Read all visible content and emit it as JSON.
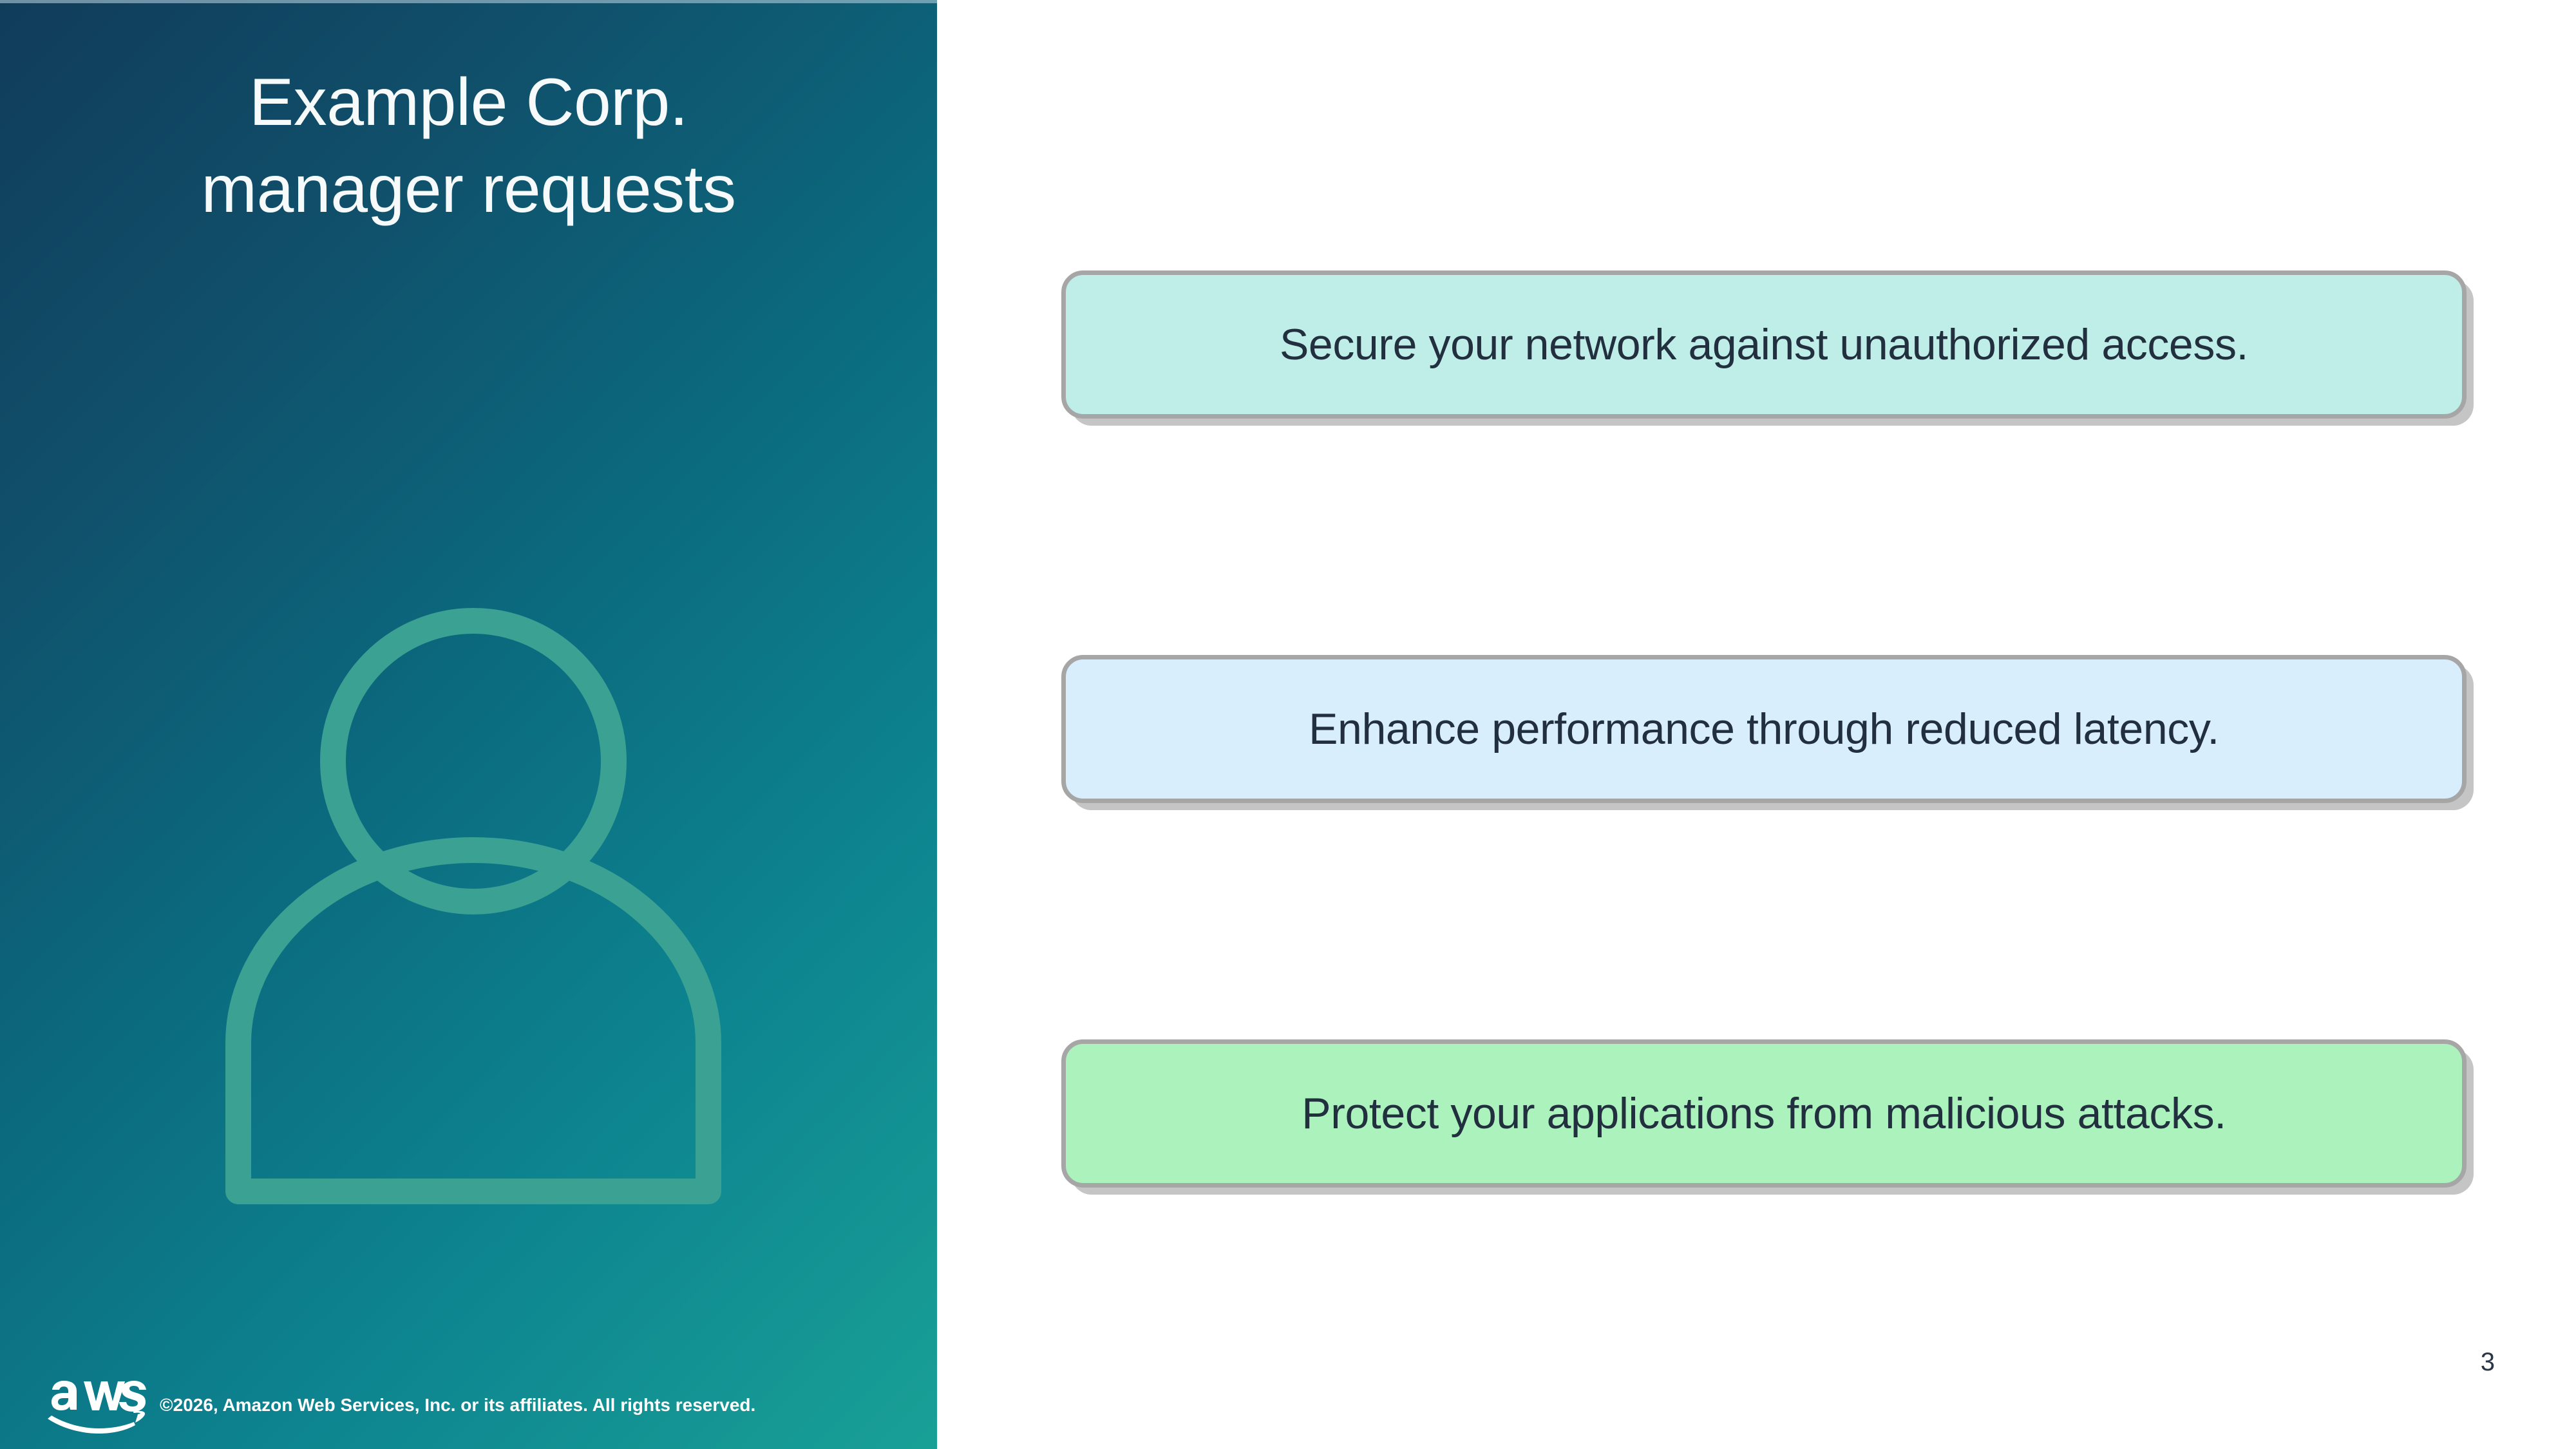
{
  "slide": {
    "page_number": "3",
    "background_color": "#FFFFFF"
  },
  "left_panel": {
    "title": "Example Corp.\nmanager requests",
    "gradient_from": "#103C5A",
    "gradient_to": "#19A096",
    "person_icon_color": "#3AA193",
    "icon_name": "person-avatar-icon"
  },
  "footer": {
    "logo_name": "aws-logo",
    "copyright": "©2026, Amazon Web Services, Inc. or its affiliates. All rights reserved."
  },
  "callouts": [
    {
      "text": "Secure your network against unauthorized access.",
      "fill": "#BFEDE8",
      "border": "#A6A6A6"
    },
    {
      "text": "Enhance performance through reduced latency.",
      "fill": "#D8EEFD",
      "border": "#A6A6A6"
    },
    {
      "text": "Protect your applications from malicious attacks.",
      "fill": "#ABF2BC",
      "border": "#A6A6A6"
    }
  ]
}
